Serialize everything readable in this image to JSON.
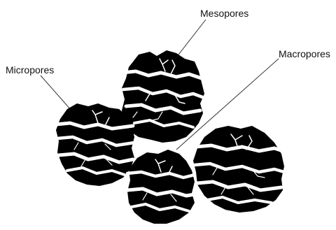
{
  "labels": {
    "mesopores": "Mesopores",
    "micropores": "Micropores",
    "macropores": "Macropores"
  },
  "colors": {
    "particle": "#000000",
    "pores": "#ffffff",
    "leader_line": "#333333"
  }
}
